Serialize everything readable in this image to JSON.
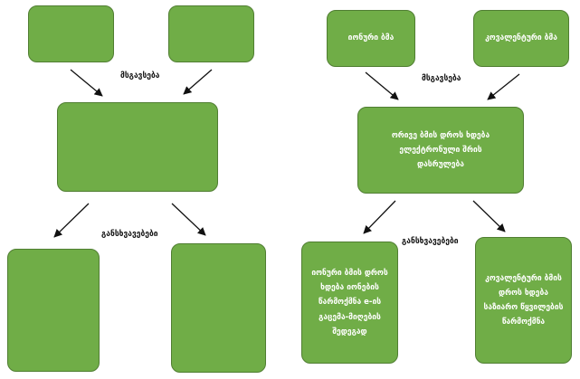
{
  "colors": {
    "box_fill": "#70ad47",
    "box_border": "#507e32",
    "arrow": "#111111"
  },
  "left": {
    "similarity_label": "მსგავსება",
    "difference_label": "განსხვავებები",
    "boxes": {
      "top_left": "",
      "top_right": "",
      "center": "",
      "bottom_left": "",
      "bottom_right": ""
    }
  },
  "right": {
    "similarity_label": "მსგავსება",
    "difference_label": "განსხვავებები",
    "boxes": {
      "top_left": "იონური ბმა",
      "top_right": "კოვალენტური ბმა",
      "center": "ორივე ბმის დროს ხდება ელექტრონული შრის დასრულება",
      "bottom_left": "იონური ბმის დროს ხდება იონების წარმოქმნა e-ის გაცემა-მიღების შედეგად",
      "bottom_right": "კოვალენტური ბმის დროს ხდება საზიარო წყვილების წარმოქმნა"
    }
  }
}
